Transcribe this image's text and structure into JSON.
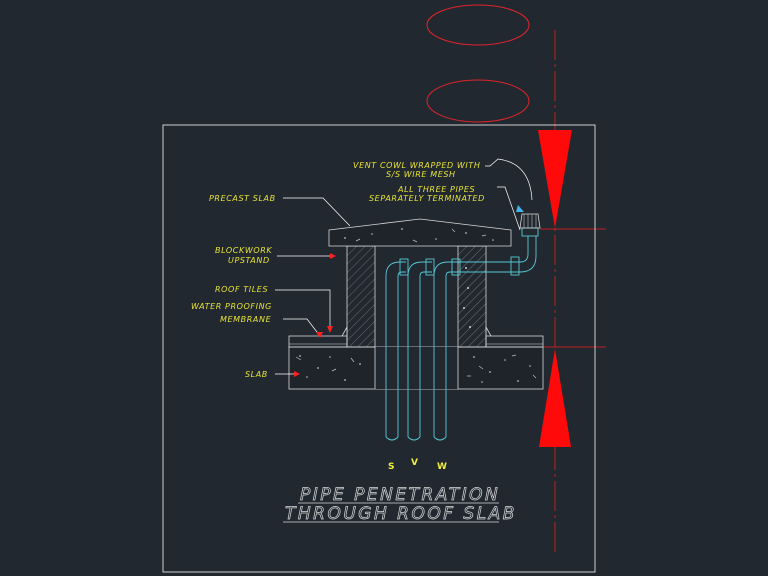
{
  "title": {
    "line1": "PIPE PENETRATION",
    "line2": "THROUGH ROOF SLAB"
  },
  "labels": {
    "vent_cowl_1": "VENT COWL WRAPPED WITH",
    "vent_cowl_2": "S/S WIRE MESH",
    "pipes_term_1": "ALL THREE PIPES",
    "pipes_term_2": "SEPARATELY TERMINATED",
    "precast_slab": "PRECAST SLAB",
    "blockwork_1": "BLOCKWORK",
    "blockwork_2": "UPSTAND",
    "roof_tiles": "ROOF TILES",
    "waterproof_1": "WATER PROOFING",
    "waterproof_2": "MEMBRANE",
    "slab": "SLAB"
  },
  "pipes": {
    "s": "S",
    "v": "V",
    "w": "W"
  },
  "colors": {
    "background": "#212830",
    "label_text": "#e8e335",
    "leader": "#ffffff",
    "arrow": "#ff2020",
    "pipe": "#58c8d6",
    "frame": "#cfcfcf",
    "hatch": "#9a9a9a"
  }
}
